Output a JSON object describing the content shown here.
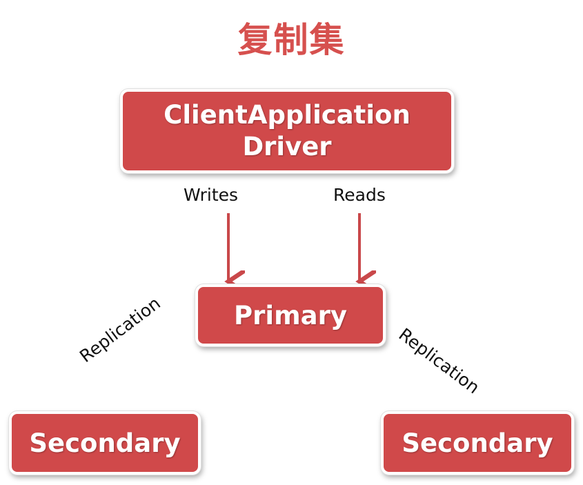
{
  "title": "复制集",
  "nodes": {
    "client_line1": "ClientApplication",
    "client_line2": "Driver",
    "primary": "Primary",
    "secondary_left": "Secondary",
    "secondary_right": "Secondary"
  },
  "edges": {
    "writes": "Writes",
    "reads": "Reads",
    "replication_left": "Replication",
    "replication_right": "Replication"
  },
  "colors": {
    "accent": "#d0494a",
    "title": "#d6504e",
    "arrow": "#c9484a"
  }
}
